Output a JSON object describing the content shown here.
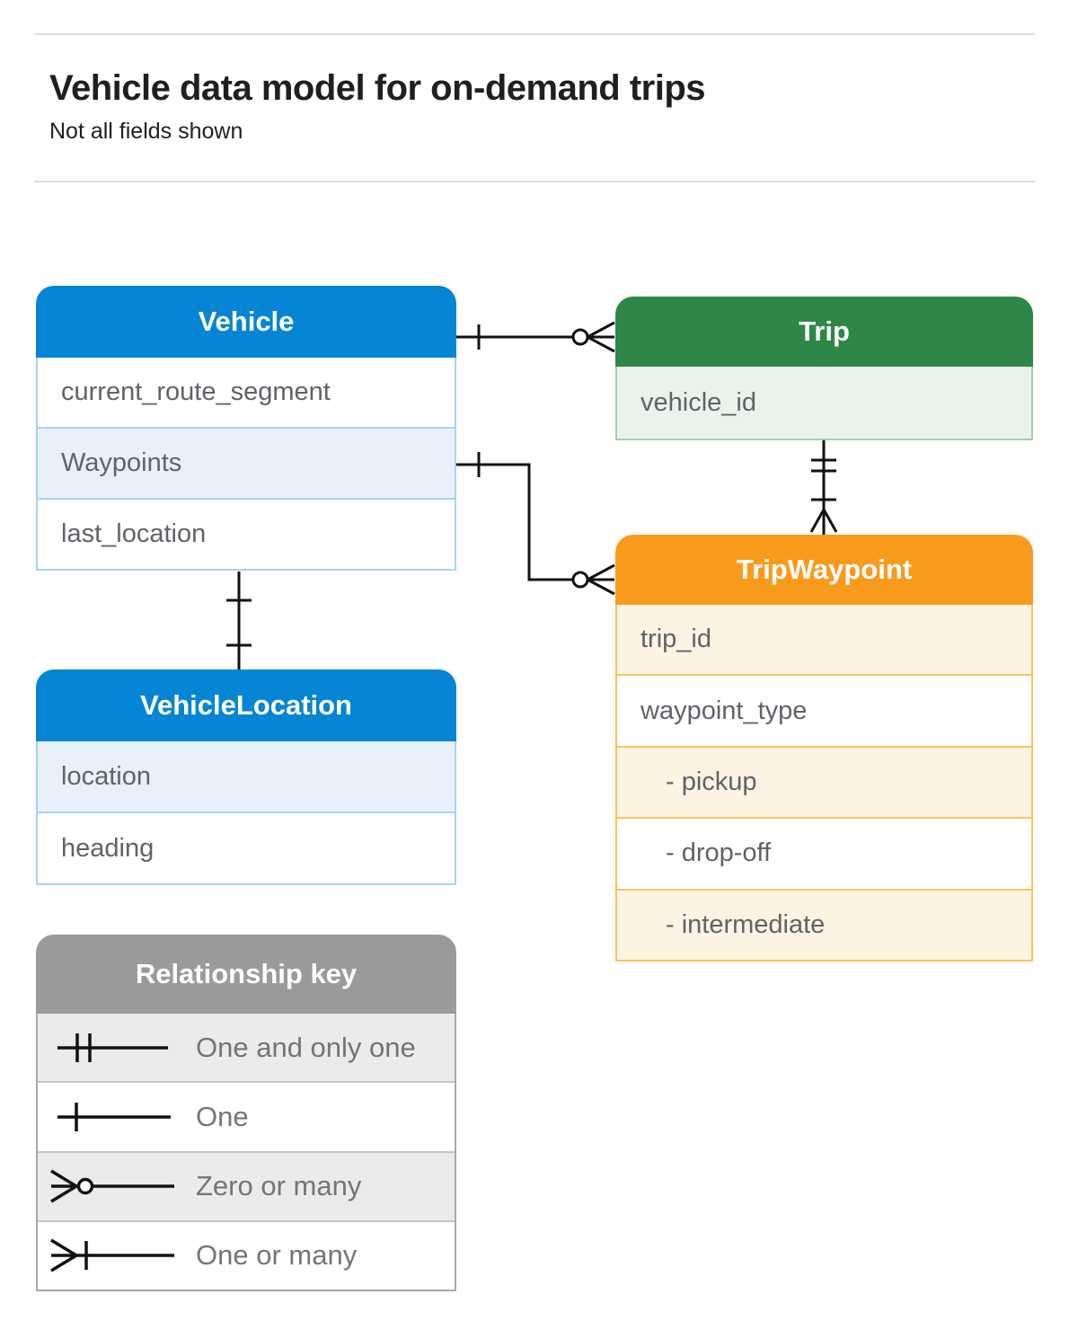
{
  "page": {
    "title": "Vehicle data model for on-demand trips",
    "subtitle": "Not all fields shown"
  },
  "colors": {
    "blue": "#0585d3",
    "blue_tint": "#e8f1fb",
    "blue_border": "#a6d2f2",
    "green": "#2e8746",
    "green_tint": "#e9f3ec",
    "green_border": "#a3cfad",
    "orange": "#f89b1c",
    "orange_tint": "#fdf3e3",
    "orange_border": "#fbc25c",
    "gray": "#9a9a9a",
    "gray_tint": "#ebebeb",
    "gray_border": "#a8a8a8",
    "field_text": "#5f6368",
    "legend_text": "#757575",
    "title_text": "#1f1f1f",
    "divider": "#dcdcdc",
    "line": "#111111"
  },
  "entities": [
    {
      "name": "Vehicle",
      "fields": [
        {
          "label": "current_route_segment"
        },
        {
          "label": "Waypoints"
        },
        {
          "label": "last_location"
        }
      ]
    },
    {
      "name": "Trip",
      "fields": [
        {
          "label": "vehicle_id"
        }
      ]
    },
    {
      "name": "TripWaypoint",
      "fields": [
        {
          "label": "trip_id"
        },
        {
          "label": "waypoint_type"
        },
        {
          "label": "- pickup"
        },
        {
          "label": "- drop-off"
        },
        {
          "label": "- intermediate"
        }
      ]
    },
    {
      "name": "VehicleLocation",
      "fields": [
        {
          "label": "location"
        },
        {
          "label": "heading"
        }
      ]
    }
  ],
  "relationships": [
    {
      "from": "Vehicle",
      "to": "Trip",
      "from_end": "one",
      "to_end": "zero or many"
    },
    {
      "from": "Vehicle.Waypoints",
      "to": "TripWaypoint",
      "from_end": "one",
      "to_end": "zero or many"
    },
    {
      "from": "Trip",
      "to": "TripWaypoint",
      "from_end": "one and only one",
      "to_end": "one or many"
    },
    {
      "from": "Vehicle",
      "to": "VehicleLocation",
      "from_end": "one",
      "to_end": "one"
    }
  ],
  "legend": {
    "title": "Relationship key",
    "items": [
      {
        "label": "One and only one"
      },
      {
        "label": "One"
      },
      {
        "label": "Zero or many"
      },
      {
        "label": "One or many"
      }
    ]
  }
}
